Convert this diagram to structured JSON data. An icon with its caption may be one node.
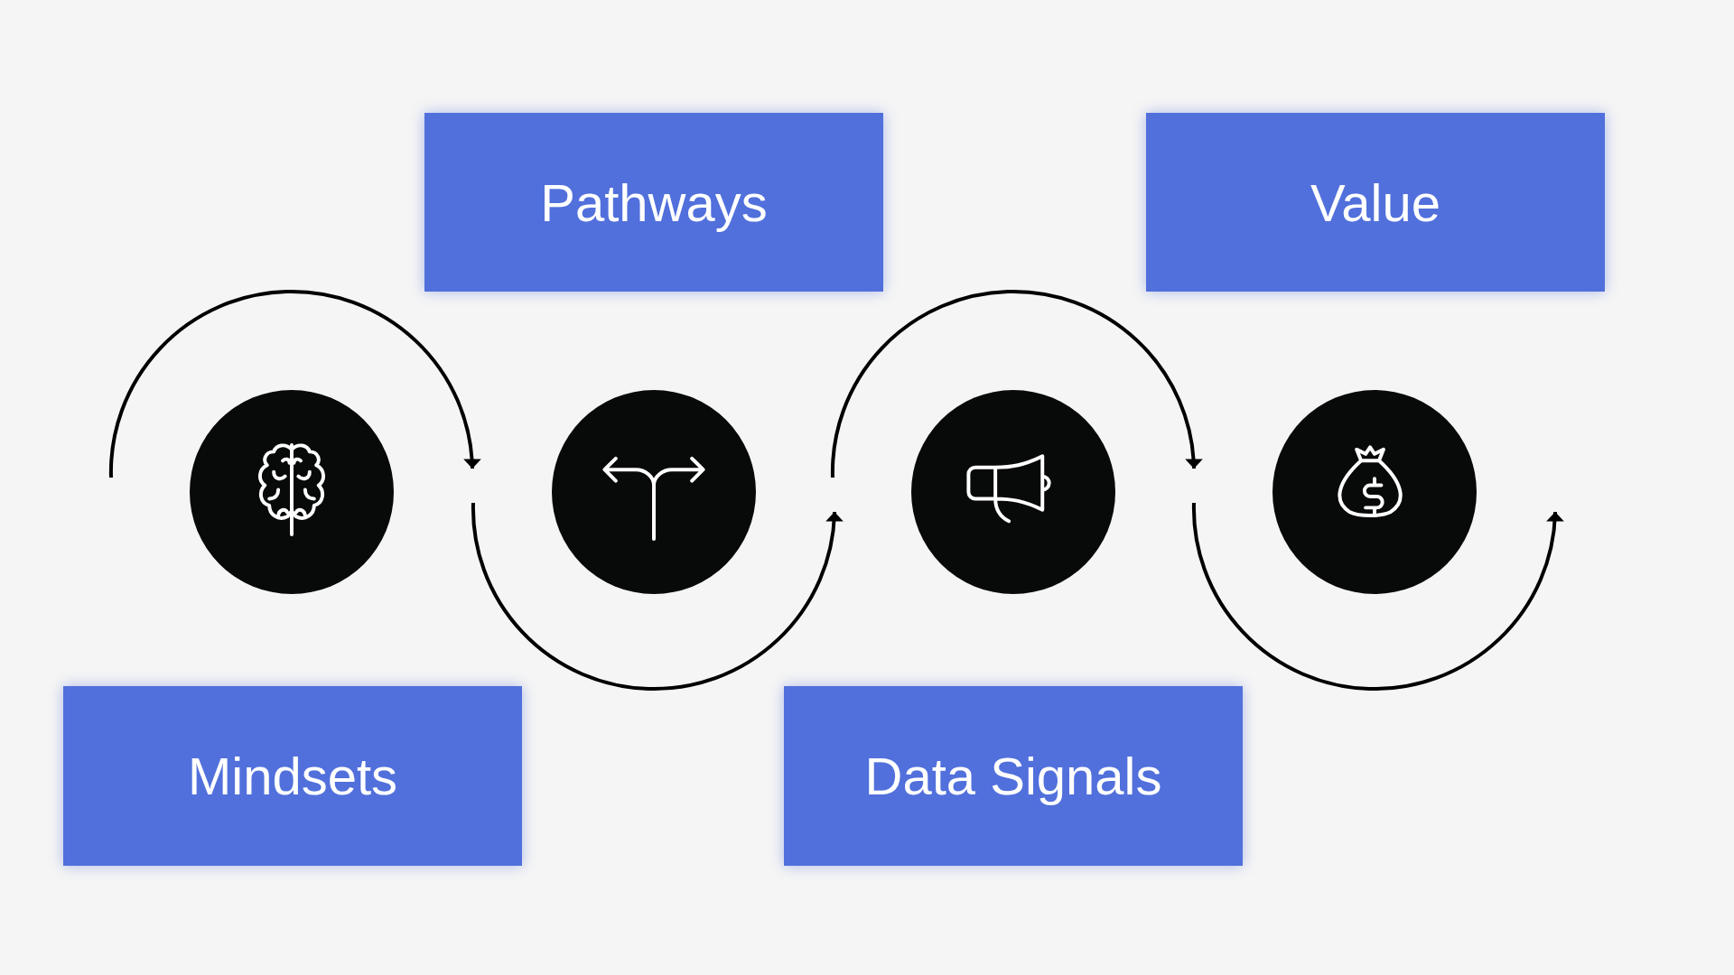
{
  "diagram": {
    "nodes": [
      {
        "text": [
          "Pathways"
        ]
      },
      {
        "text": [
          "Value"
        ]
      },
      {
        "text": [],
        "shape": "circle"
      },
      {
        "text": [],
        "shape": "circle"
      },
      {
        "text": [],
        "shape": "circle"
      },
      {
        "text": [],
        "shape": "circle"
      },
      {
        "text": [
          "Mindsets"
        ]
      },
      {
        "text": [
          "Data Signals"
        ]
      }
    ]
  }
}
